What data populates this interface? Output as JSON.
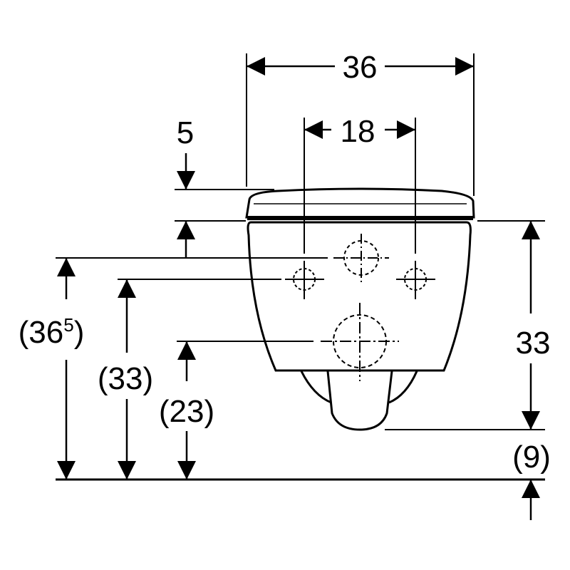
{
  "dimensions": {
    "width_total": "36",
    "connection_spacing": "18",
    "seat_thickness": "5",
    "seat_height": "33",
    "bottom_clearance": "(9)",
    "supply_height_open": "(36",
    "supply_height_sup": "5",
    "supply_height_close": ")",
    "side_connection_height": "(33)",
    "drain_height": "(23)"
  },
  "colors": {
    "line": "#000000",
    "background": "#ffffff"
  }
}
